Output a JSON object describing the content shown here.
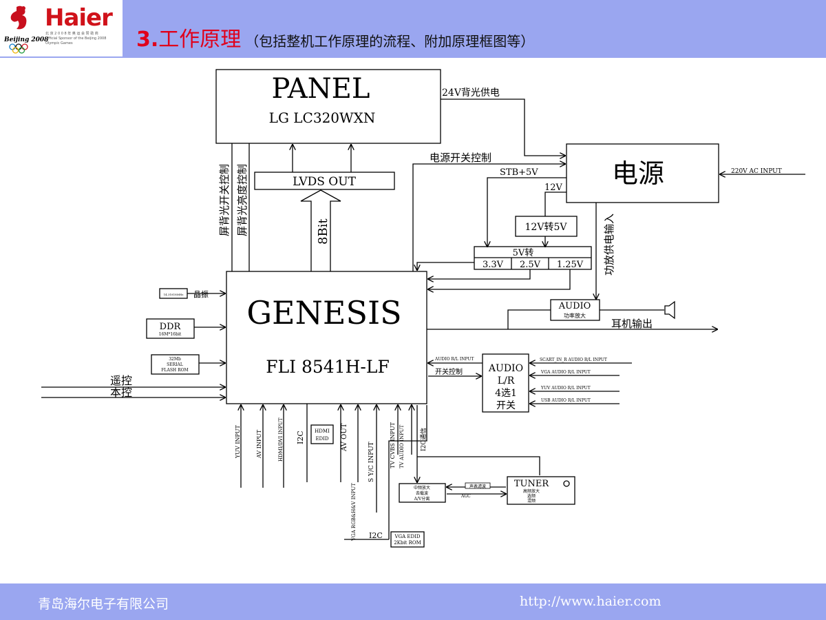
{
  "header": {
    "logo_text": "Haier",
    "logo_year": "Beijing 2008",
    "logo_sub1": "北 京 2 0 0 8 年 奥 运 会 赞 助 商",
    "logo_sub2": "Official Sponsor of the Beijing 2008 Olympic Games",
    "title_num": "3.",
    "title_main": "工作原理",
    "title_sub": "（包括整机工作原理的流程、附加原理框图等）"
  },
  "diagram": {
    "panel": {
      "title": "PANEL",
      "model": "LG  LC320WXN"
    },
    "lvds": "LVDS  OUT",
    "bit8": "8Bit",
    "backlight_switch": "屏背光开关控制",
    "backlight_bright": "屏背光亮度控制",
    "backlight_24v": "24V背光供电",
    "power_switch": "电源开关控制",
    "power": {
      "title": "电源",
      "input": "220V  AC  INPUT",
      "stb": "STB+5V",
      "v12": "12V"
    },
    "conv_12_5": "12V转5V",
    "conv_5v": {
      "title": "5V转",
      "v33": "3.3V",
      "v25": "2.5V",
      "v125": "1.25V"
    },
    "amp_supply": "功放供电输入",
    "genesis": {
      "title": "GENESIS",
      "model": "FLI  8541H-LF"
    },
    "crystal": {
      "small": "14.31818MHz",
      "label": "晶振"
    },
    "ddr": {
      "title": "DDR",
      "sub": "16M*16bit"
    },
    "flash": {
      "l1": "32Mb",
      "l2": "SERIAL",
      "l3": "FLASH ROM"
    },
    "remote": "遥控",
    "keypad": "本控",
    "audio_amp": {
      "title": "AUDIO",
      "sub": "功率放大"
    },
    "headphone": "耳机输出",
    "audio_sw": {
      "l1": "AUDIO",
      "l2": "L/R",
      "l3": "4选1",
      "l4": "开关"
    },
    "audio_rl_input": "AUDIO R/L INPUT",
    "switch_ctrl": "开关控制",
    "audio_inputs": [
      "SCART_IN_R AUDIO R/L INPUT",
      "VGA AUDIO R/L INPUT",
      "YUV AUDIO R/L INPUT",
      "USB AUDIO R/L INPUT"
    ],
    "bottom_inputs": {
      "yuv": "YUV INPUT",
      "av": "AV INPUT",
      "hdmi_dvi": "HDMI/DVI INPUT",
      "i2c": "I2C",
      "hdmi_edid": [
        "HDMI",
        "EDID"
      ],
      "av_out": "AV OUT",
      "vga": "VGA RGB&H&V INPUT",
      "svc": "S Y/C INPUT",
      "tv_cvbs": "TV CVBS INPUT",
      "tv_audio": "TV AUDIO INPUT",
      "i2c_comm": "I2C通信"
    },
    "if_box": {
      "l1": "中频放大",
      "l2": "去载波",
      "l3": "A/V分离"
    },
    "agc": "AGC",
    "tuner_if": "声表滤波",
    "tuner": {
      "title": "TUNER",
      "l1": "高频放大",
      "l2": "选频",
      "l3": "混频"
    },
    "vga_edid": {
      "i2c": "I2C",
      "l1": "VGA EDID",
      "l2": "2Kbit ROM"
    }
  },
  "footer": {
    "company": "青岛海尔电子有限公司",
    "url": "http://www.haier.com"
  }
}
